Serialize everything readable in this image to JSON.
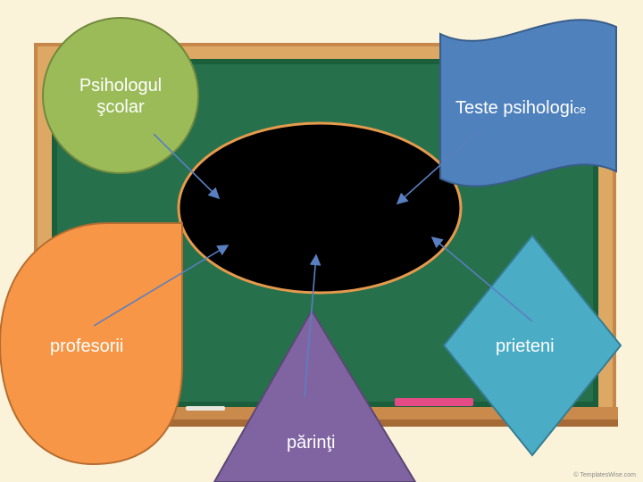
{
  "diagram": {
    "nodes": [
      {
        "id": "psihologul-scolar",
        "lines": [
          "Psihologul",
          "şcolar"
        ],
        "color": "#9bbb59"
      },
      {
        "id": "teste-psihologice",
        "main": "Teste psihologi",
        "small": "ce",
        "color": "#4f81bd"
      },
      {
        "id": "profesorii",
        "text": "profesorii",
        "color": "#f79646"
      },
      {
        "id": "prieteni",
        "text": "prieteni",
        "color": "#4bacc6"
      },
      {
        "id": "parinti",
        "text": "părinţi",
        "color": "#8064a2"
      },
      {
        "id": "center",
        "text": "",
        "color": "#000000",
        "border": "#e69a4c"
      }
    ],
    "arrow_color": "#5a7fc0"
  },
  "colors": {
    "page_background": "#fbf3d9",
    "board_frame": "#d49a52",
    "board_surface": "#26704c"
  },
  "credit": "© TemplatesWise.com"
}
